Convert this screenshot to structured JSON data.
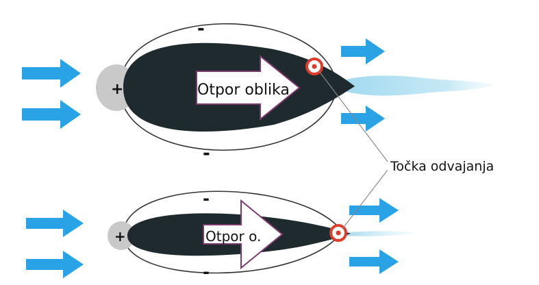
{
  "colors": {
    "arrow_blue": "#2aa3e6",
    "body_dark": "#1f2a2e",
    "pressure_gray": "#c9c9c9",
    "wake_blue": "#a8dcf0",
    "separation_red": "#e03a2a",
    "outline": "#333333"
  },
  "top_body": {
    "drag_label": "Otpor oblika",
    "sign_front": "+",
    "sign_top": "-",
    "sign_bottom": "-"
  },
  "bottom_body": {
    "drag_label": "Otpor o.",
    "sign_front": "+",
    "sign_top": "-",
    "sign_bottom": "-"
  },
  "separation_label": "Točka odvajanja"
}
